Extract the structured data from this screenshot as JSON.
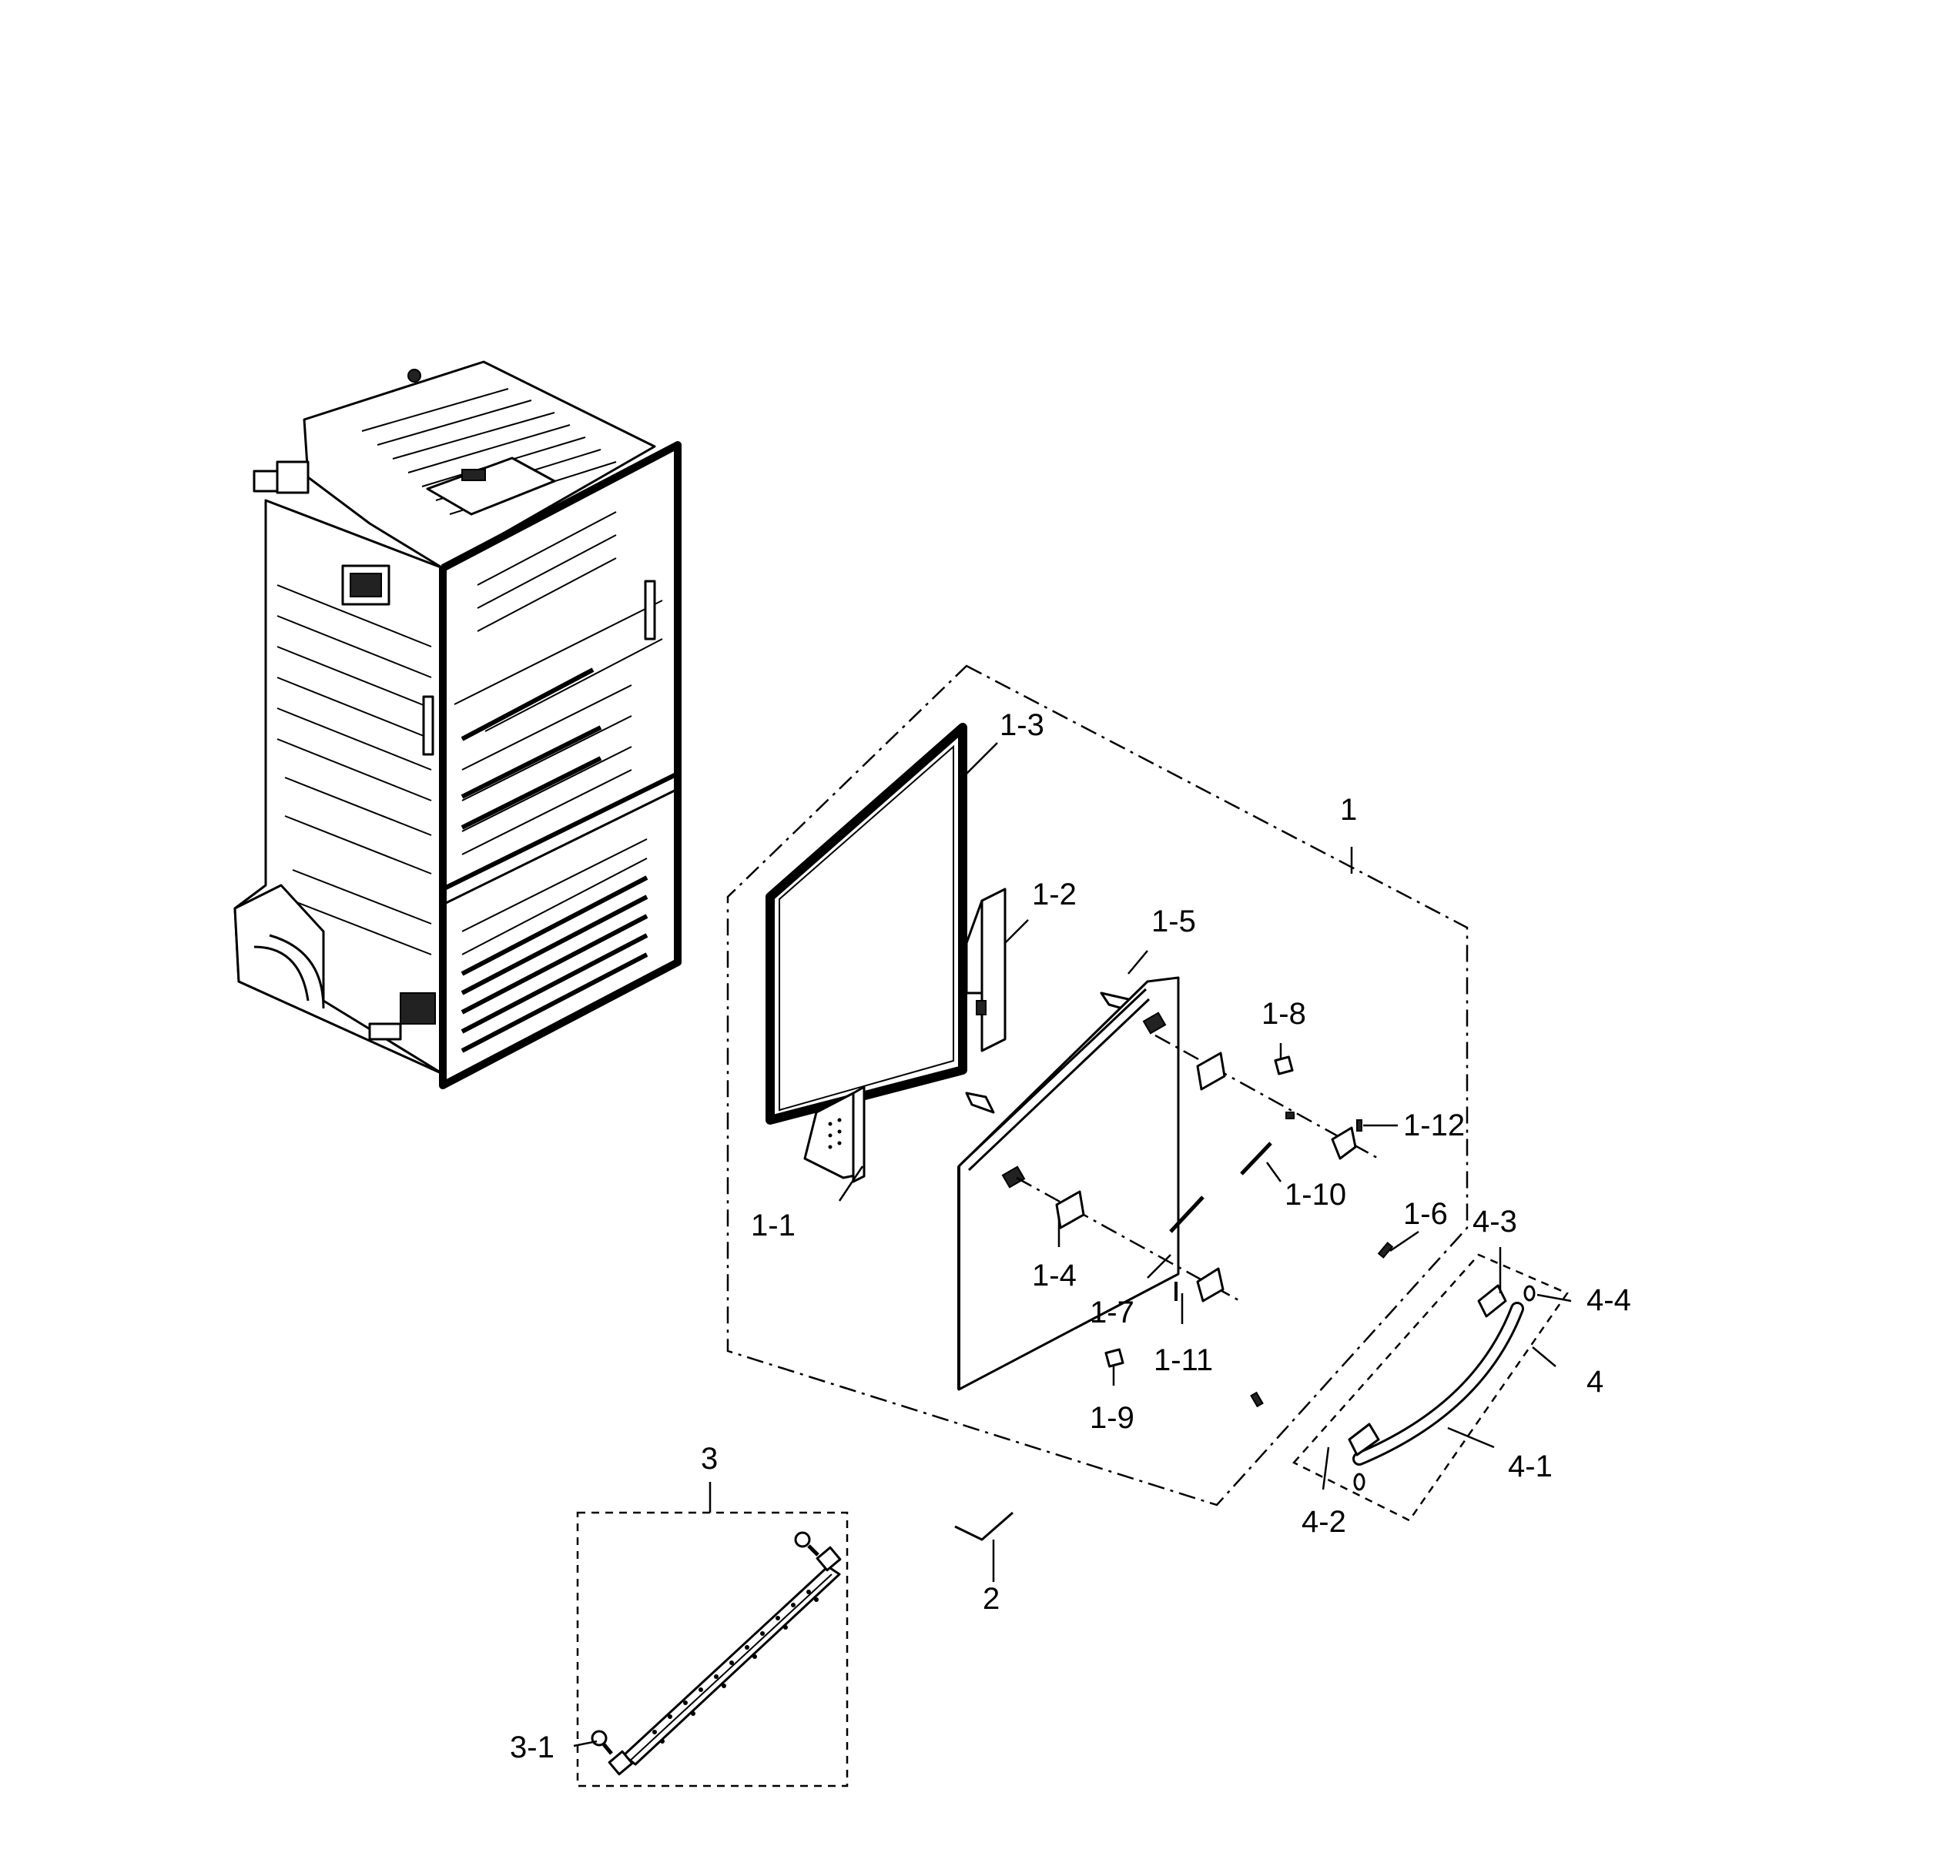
{
  "callouts": {
    "p1": "1",
    "p1_1": "1-1",
    "p1_2": "1-2",
    "p1_3": "1-3",
    "p1_4": "1-4",
    "p1_5": "1-5",
    "p1_6": "1-6",
    "p1_7": "1-7",
    "p1_8": "1-8",
    "p1_9": "1-9",
    "p1_10": "1-10",
    "p1_11": "1-11",
    "p1_12": "1-12",
    "p2": "2",
    "p3": "3",
    "p3_1": "3-1",
    "p4": "4",
    "p4_1": "4-1",
    "p4_2": "4-2",
    "p4_3": "4-3",
    "p4_4": "4-4"
  }
}
